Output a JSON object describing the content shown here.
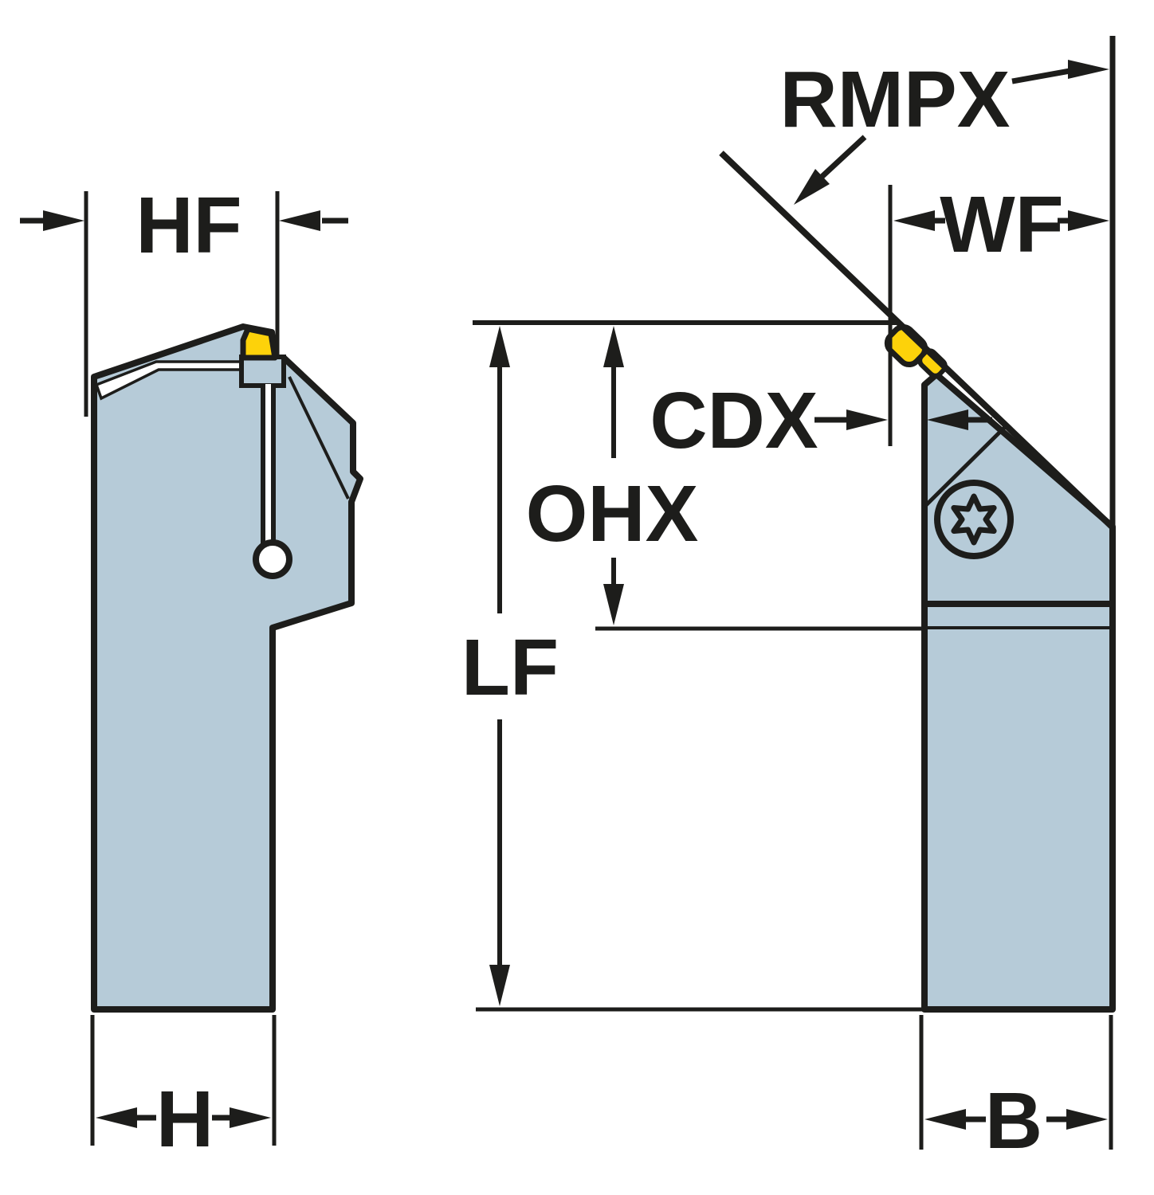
{
  "drawing": {
    "type": "tool-holder-dimension-diagram",
    "colors": {
      "background": "#ffffff",
      "body_fill": "#b6cbd8",
      "insert_fill": "#fdd20a",
      "line": "#1d1d1b"
    },
    "labels": {
      "hf": "HF",
      "rmpx": "RMPX",
      "wf": "WF",
      "cdx": "CDX",
      "ohx": "OHX",
      "lf": "LF",
      "h": "H",
      "b": "B"
    },
    "dimension_labels": [
      "HF",
      "RMPX",
      "WF",
      "CDX",
      "OHX",
      "LF",
      "H",
      "B"
    ]
  }
}
